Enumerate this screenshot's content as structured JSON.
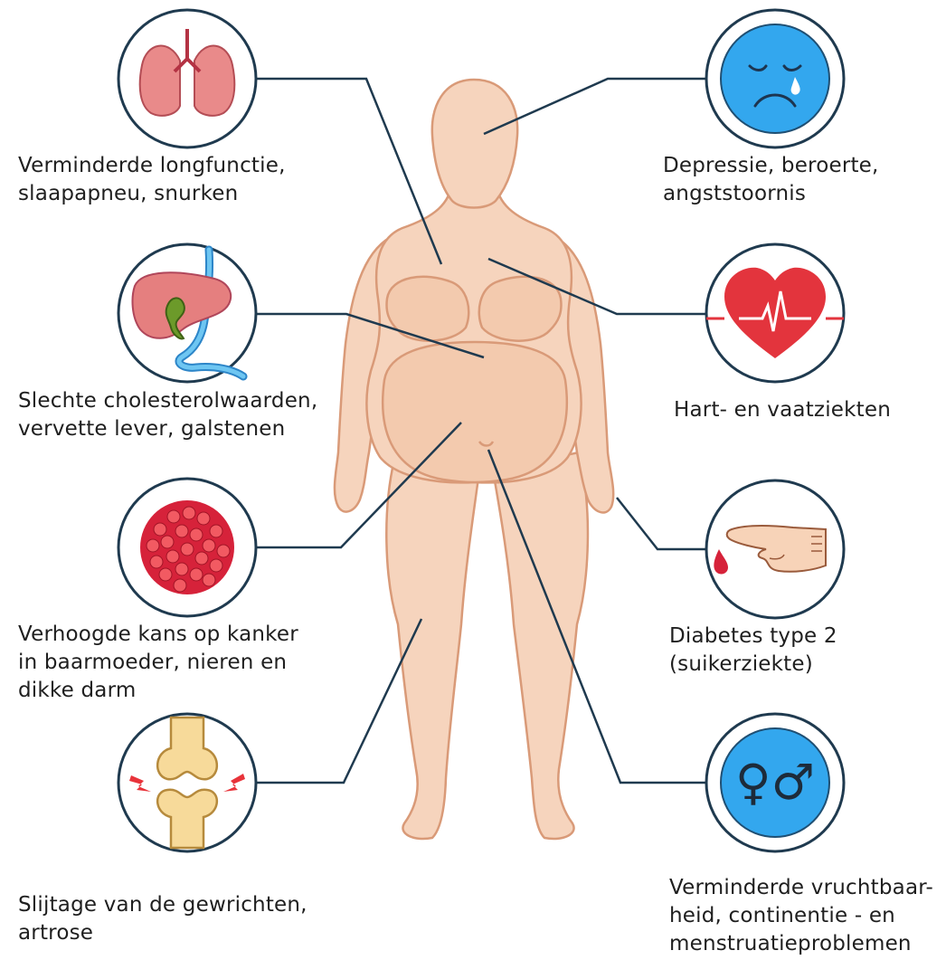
{
  "colors": {
    "line": "#1f3a4f",
    "skin": "#f6d4bd",
    "skin_shade": "#ebb596",
    "skin_outline": "#d99a78",
    "circle_blue": "#33a7ee",
    "heart_red": "#e3343d"
  },
  "labels": {
    "lungs": [
      "Verminderde longfunctie,",
      "slaapapneu, snurken"
    ],
    "liver": [
      "Slechte cholesterolwaarden,",
      "vervette lever, galstenen"
    ],
    "cancer": [
      "Verhoogde kans op kanker",
      "in baarmoeder, nieren en",
      "dikke darm"
    ],
    "joints": [
      "Slijtage van de gewrichten,",
      "artrose"
    ],
    "depression": [
      "Depressie, beroerte,",
      "angststoornis"
    ],
    "heart": [
      "Hart- en vaatziekten"
    ],
    "diabetes": [
      "Diabetes type 2",
      "(suikerziekte)"
    ],
    "fertility": [
      "Verminderde vruchtbaar-",
      "heid, continentie - en",
      "menstruatieproblemen"
    ]
  },
  "icons": {
    "lungs": "lungs-icon",
    "liver": "liver-icon",
    "cancer": "cells-icon",
    "joints": "knee-joint-icon",
    "depression": "sad-face-icon",
    "heart": "heartbeat-icon",
    "diabetes": "finger-blood-drop-icon",
    "fertility": "gender-symbols-icon"
  },
  "gender_symbols": "♀♂"
}
